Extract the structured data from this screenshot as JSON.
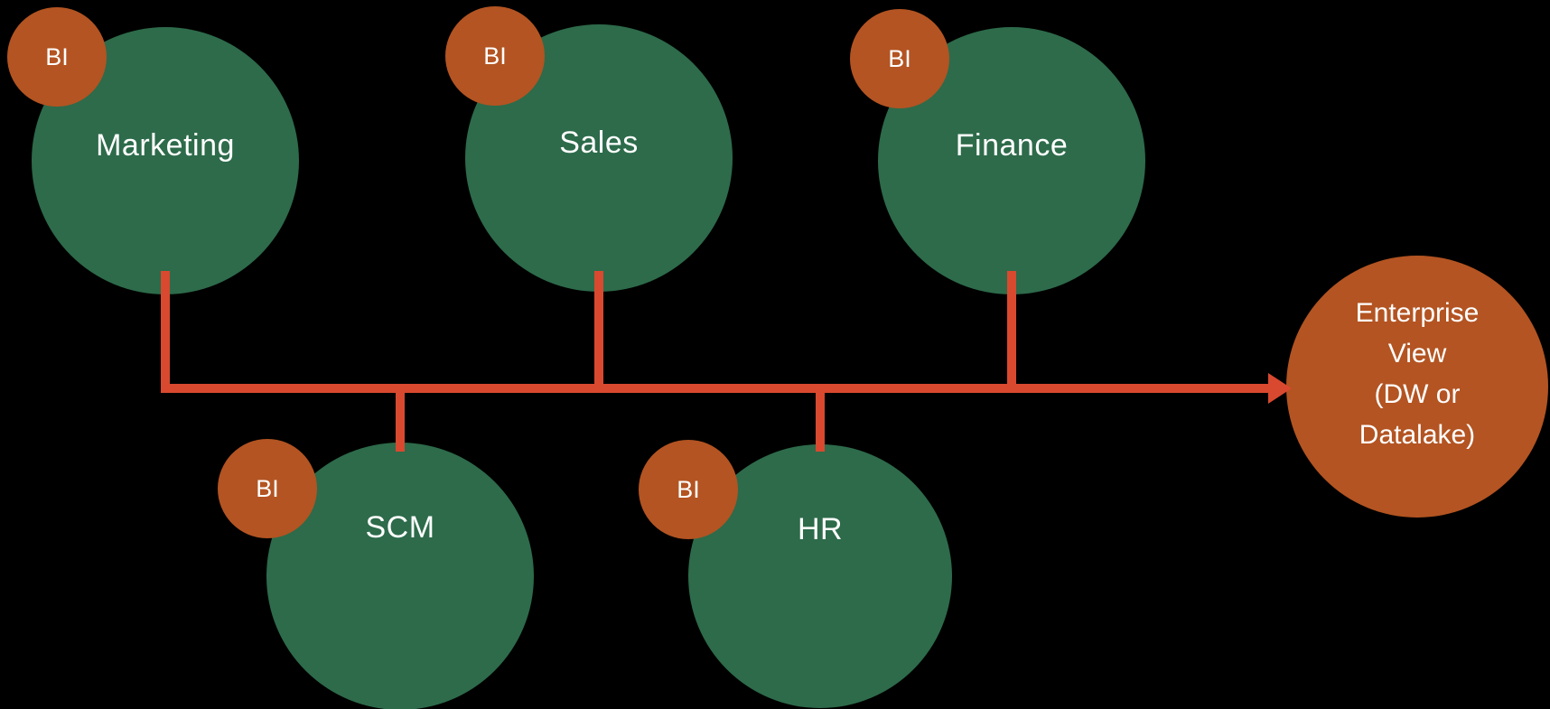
{
  "diagram": {
    "badge_label": "BI",
    "nodes": [
      {
        "id": "marketing",
        "label": "Marketing"
      },
      {
        "id": "sales",
        "label": "Sales"
      },
      {
        "id": "finance",
        "label": "Finance"
      },
      {
        "id": "scm",
        "label": "SCM"
      },
      {
        "id": "hr",
        "label": "HR"
      }
    ],
    "target": {
      "lines": [
        "Enterprise",
        "View",
        "(DW or",
        "Datalake)"
      ]
    },
    "colors": {
      "background": "#000000",
      "department_node": "#2d6b4a",
      "bi_badge": "#b35422",
      "enterprise_node": "#b35422",
      "connector": "#d9492f",
      "text": "#ffffff"
    }
  }
}
